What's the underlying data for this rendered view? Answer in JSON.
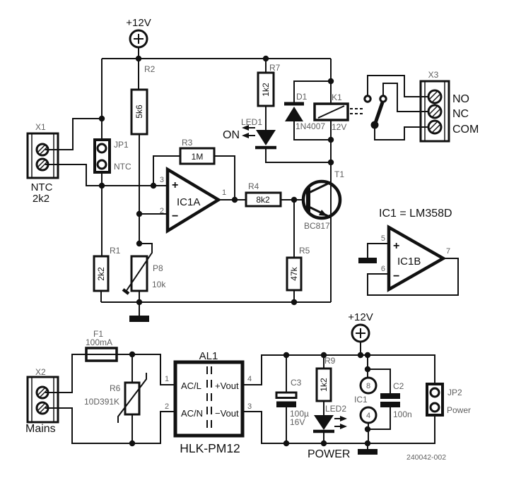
{
  "doc": {
    "number": "240042-002"
  },
  "supply_top": {
    "label": "+12V"
  },
  "supply_bottom": {
    "label": "+12V"
  },
  "x1": {
    "ref": "X1",
    "line1": "NTC",
    "line2": "2k2"
  },
  "jp1": {
    "ref": "JP1",
    "label": "NTC"
  },
  "r1": {
    "ref": "R1",
    "value": "2k2"
  },
  "r2": {
    "ref": "R2",
    "value": "5k6"
  },
  "r3": {
    "ref": "R3",
    "value": "1M"
  },
  "r4": {
    "ref": "R4",
    "value": "8k2"
  },
  "r5": {
    "ref": "R5",
    "value": "47k"
  },
  "r7": {
    "ref": "R7",
    "value": "1k2"
  },
  "r9": {
    "ref": "R9",
    "value": "1k2"
  },
  "p8": {
    "ref": "P8",
    "value": "10k"
  },
  "led1": {
    "ref": "LED1",
    "state": "ON"
  },
  "led2": {
    "ref": "LED2",
    "label": "POWER"
  },
  "d1": {
    "ref": "D1",
    "value": "1N4007"
  },
  "k1": {
    "ref": "K1",
    "value": "12V"
  },
  "t1": {
    "ref": "T1",
    "value": "BC817"
  },
  "x3": {
    "ref": "X3",
    "no": "NO",
    "nc": "NC",
    "com": "COM"
  },
  "ic1a": {
    "name": "IC1A",
    "pin_noninv": "3",
    "pin_inv": "2",
    "pin_out": "1",
    "plus": "+",
    "minus": "−"
  },
  "ic1b": {
    "note": "IC1 = LM358D",
    "name": "IC1B",
    "pin_noninv": "5",
    "pin_inv": "6",
    "pin_out": "7",
    "plus": "+",
    "minus": "−"
  },
  "x2": {
    "ref": "X2",
    "label": "Mains"
  },
  "f1": {
    "ref": "F1",
    "value": "100mA"
  },
  "r6": {
    "ref": "R6",
    "value": "10D391K"
  },
  "al1": {
    "ref": "AL1",
    "part": "HLK-PM12",
    "acl": "AC/L",
    "acn": "AC/N",
    "voutp": "+Vout",
    "voutn": "−Vout",
    "pin1": "1",
    "pin2": "2",
    "pin3": "3",
    "pin4": "4"
  },
  "c3": {
    "ref": "C3",
    "value1": "100µ",
    "value2": "16V"
  },
  "c2": {
    "ref": "C2",
    "value": "100n"
  },
  "ic1pwr": {
    "ref": "IC1",
    "pin_top": "8",
    "pin_bottom": "4"
  },
  "jp2": {
    "ref": "JP2",
    "label": "Power"
  },
  "colors": {
    "ink": "#111111",
    "ref_label": "#5f5f5f",
    "background": "#ffffff"
  }
}
